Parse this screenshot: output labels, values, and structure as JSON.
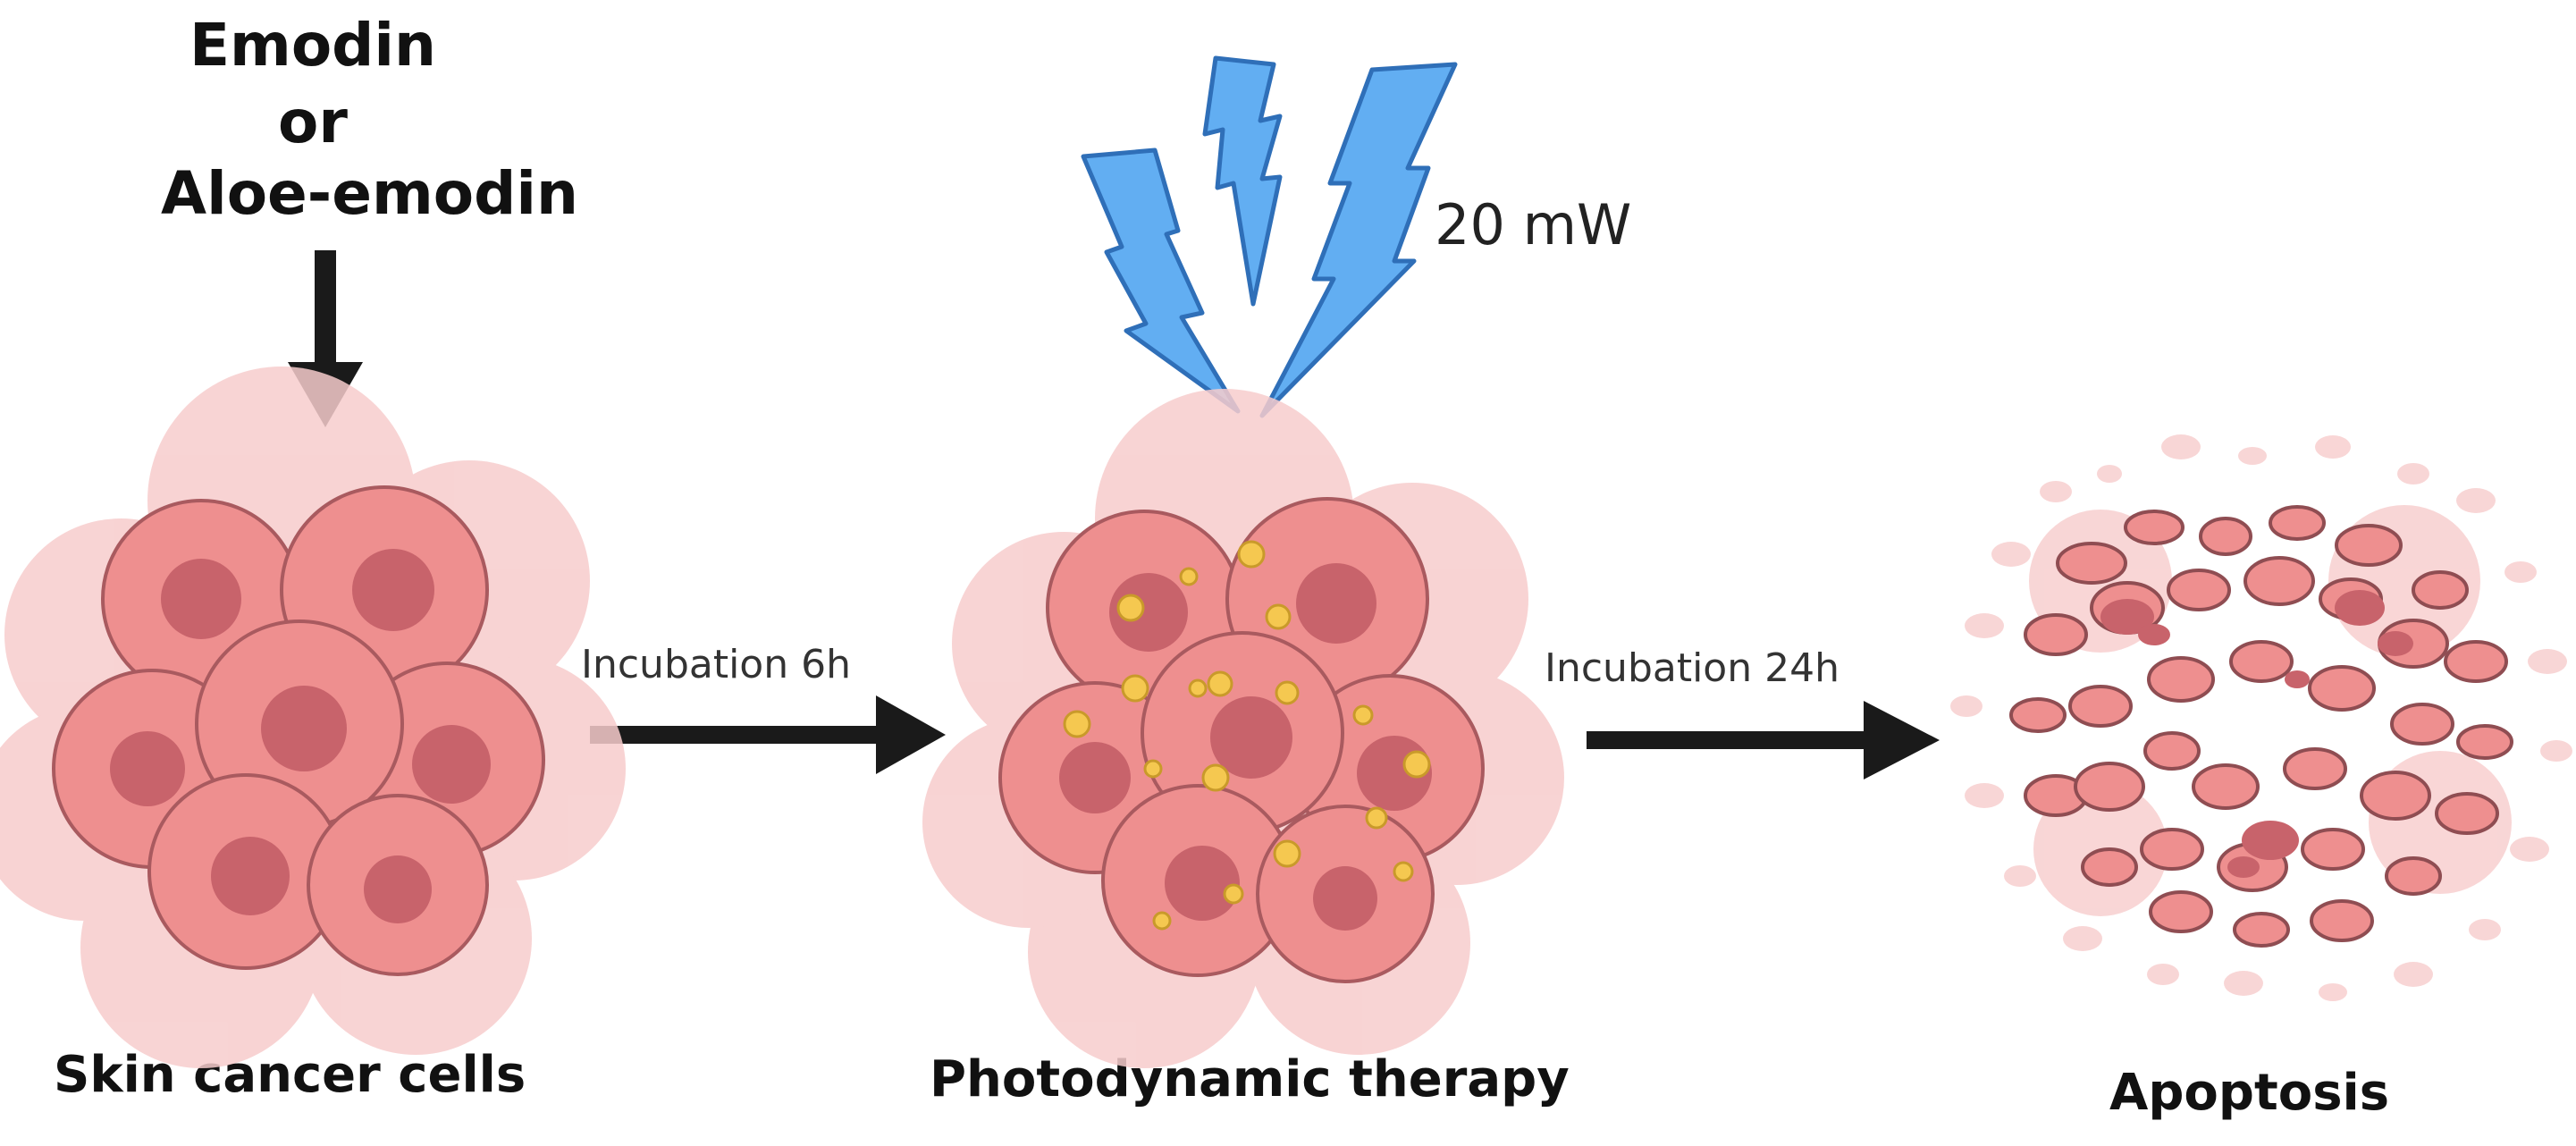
{
  "drug": {
    "line1": "Emodin",
    "line2": "or",
    "line3": "Aloe-emodin"
  },
  "light": {
    "power": "20 mW",
    "color": "#5aa8f0"
  },
  "steps": [
    {
      "label": "Incubation 6h"
    },
    {
      "label": "Incubation 24h"
    }
  ],
  "stages": [
    {
      "label": "Skin cancer cells",
      "icon": "cancer-cell-cluster"
    },
    {
      "label": "Photodynamic therapy",
      "icon": "treated-cell-cluster"
    },
    {
      "label": "Apoptosis",
      "icon": "apoptotic-fragments"
    }
  ],
  "colors": {
    "cell": "#ee8f8f",
    "nucleus": "#c8636b",
    "halo": "#f7c7c7",
    "photosensitizer": "#f5c850",
    "arrow": "#1a1a1a"
  }
}
